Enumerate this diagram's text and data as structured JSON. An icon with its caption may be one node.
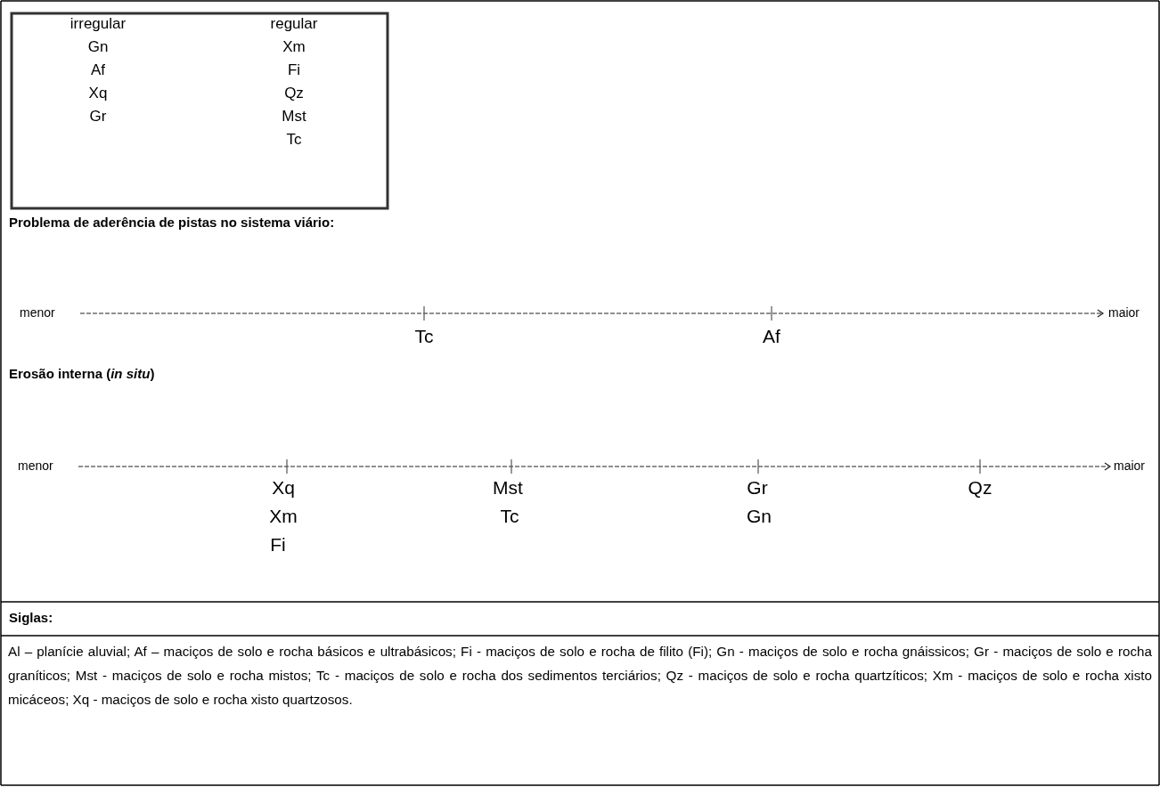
{
  "diagram": {
    "labels": [
      "irregular",
      "regular",
      "Gn",
      "Xm",
      "Af",
      "Fi",
      "Xq",
      "Qz",
      "Gr",
      "Mst",
      "Tc",
      "Problema de aderência de pistas no sistema viário:",
      "menor",
      "maior",
      "Tc",
      "Af",
      "Erosão interna (*in situ*)",
      "menor",
      "maior",
      "Xq",
      "Mst",
      "Gr",
      "Qz",
      "Xm",
      "Tc",
      "Gn",
      "Fi",
      "Siglas:",
      "Al – planície aluvial; Af – maciços de solo e rocha básicos e ultrabásicos; Fi - maciços de solo e rocha de filito (Fi); Gn - maciços de solo e rocha gnáissicos; Gr - maciços de solo e rocha graníticos; Mst - maciços de solo e rocha mistos; Tc - maciços de solo e rocha dos sedimentos terciários; Qz - maciços de solo e rocha quartzíticos; Xm - maciços de solo e rocha xisto micáceos; Xq - maciços de solo e rocha xisto quartzosos."
    ]
  }
}
